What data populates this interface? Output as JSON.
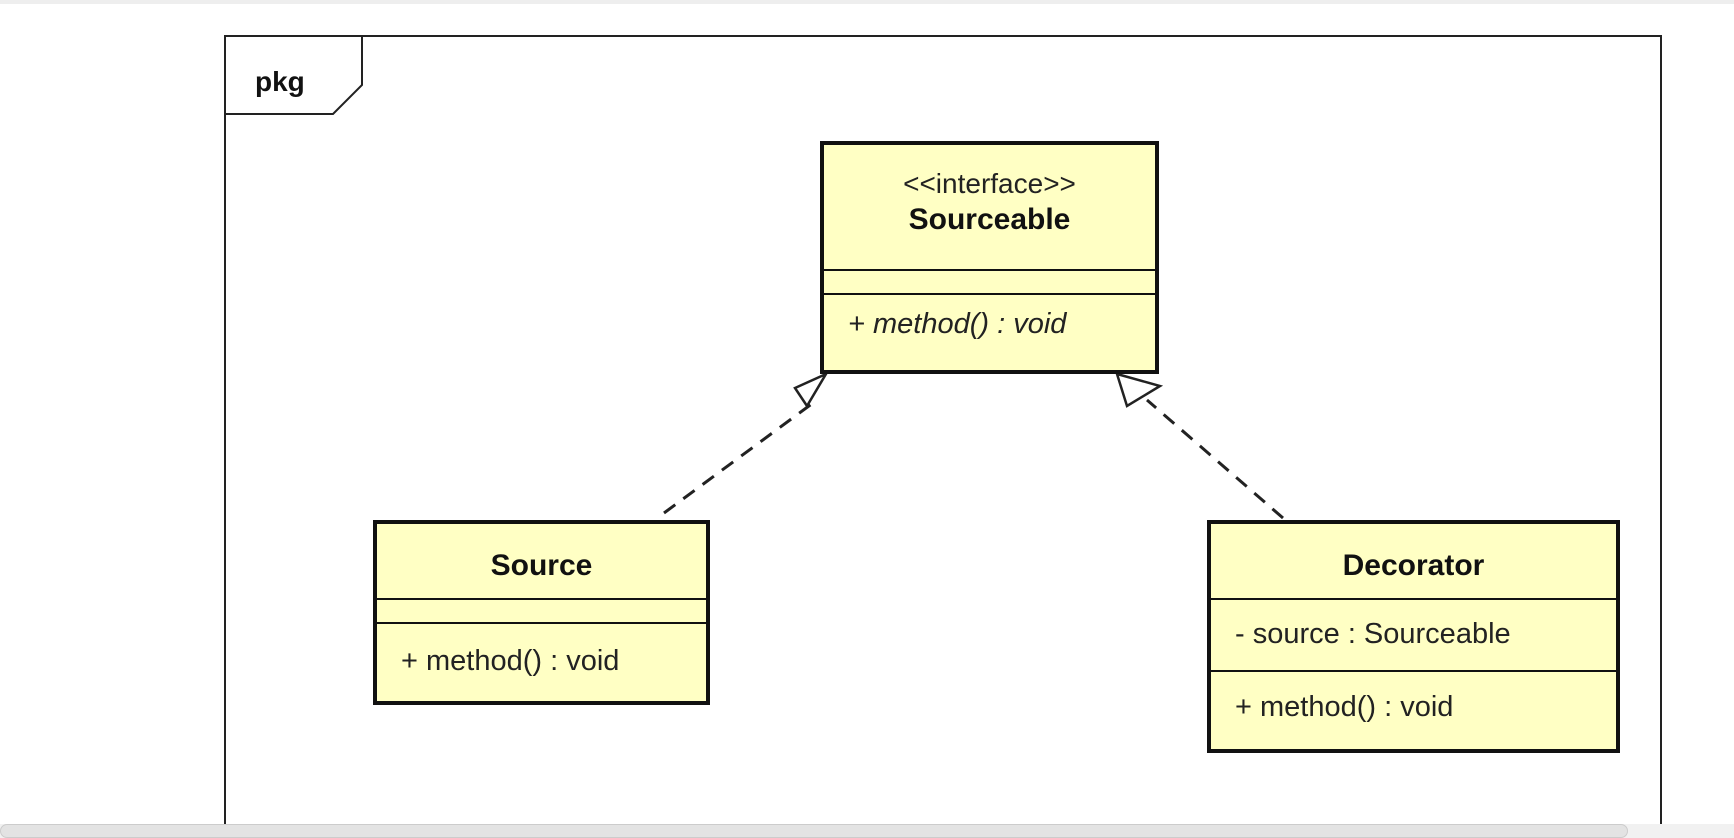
{
  "diagram": {
    "frame_label": "pkg",
    "classes": {
      "sourceable": {
        "stereotype": "<<interface>>",
        "name": "Sourceable",
        "operations": [
          "+ method() : void"
        ]
      },
      "source": {
        "name": "Source",
        "operations": [
          "+ method() : void"
        ]
      },
      "decorator": {
        "name": "Decorator",
        "attributes": [
          "- source : Sourceable"
        ],
        "operations": [
          "+ method() : void"
        ]
      }
    },
    "relationships": [
      {
        "type": "realization",
        "from": "Source",
        "to": "Sourceable"
      },
      {
        "type": "realization",
        "from": "Decorator",
        "to": "Sourceable"
      }
    ]
  },
  "colors": {
    "class_fill": "#ffffc4",
    "border": "#111111",
    "background": "#ffffff"
  }
}
